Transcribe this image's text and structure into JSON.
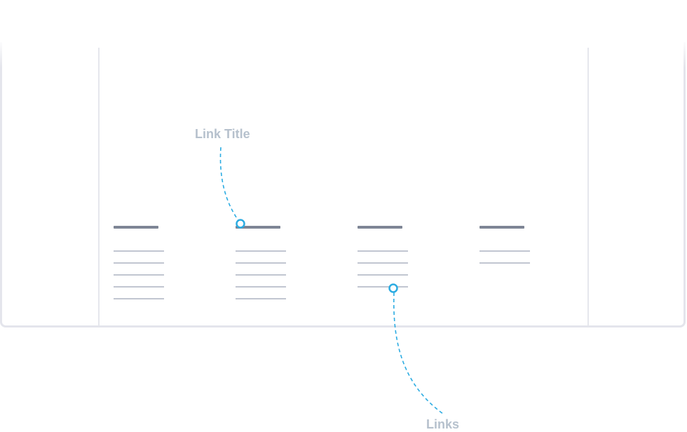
{
  "callouts": {
    "link_title": "Link Title",
    "links": "Links"
  },
  "footer_columns": [
    {
      "name": "column-1",
      "link_count": 5
    },
    {
      "name": "column-2",
      "link_count": 5
    },
    {
      "name": "column-3",
      "link_count": 4
    },
    {
      "name": "column-4",
      "link_count": 2
    }
  ],
  "colors": {
    "accent": "#2cace2",
    "title_bar": "#7e8595",
    "link_line": "#c1c6d1",
    "frame": "#e4e5ec",
    "label": "#b6c1cd"
  }
}
